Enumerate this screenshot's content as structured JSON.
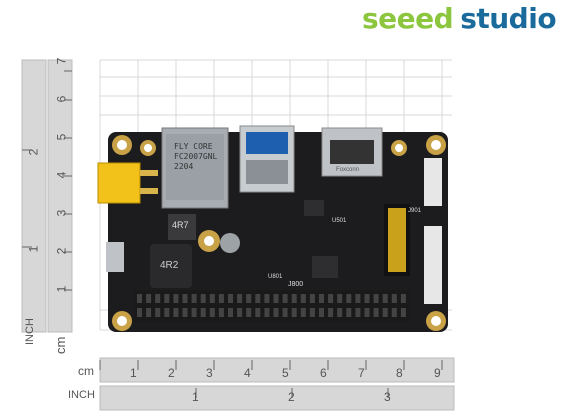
{
  "logo": {
    "part1": "seeed",
    "part2": "studio"
  },
  "board": {
    "rj45_text": [
      "FLY CORE",
      "FC2007GNL",
      "2204"
    ],
    "inductor_top": "4R7",
    "inductor_big": "4R2",
    "connector_label": "J800",
    "small_labels": [
      "J901",
      "U501",
      "U801"
    ],
    "hdmi_text": "Foxconn"
  },
  "rulers": {
    "vertical_inch_unit": "INCH",
    "vertical_cm_unit": "cm",
    "vertical_cm_ticks": [
      "1",
      "2",
      "3",
      "4",
      "5",
      "6",
      "7"
    ],
    "vertical_inch_ticks": [
      "1",
      "2"
    ],
    "horizontal_cm_unit": "cm",
    "horizontal_inch_unit": "INCH",
    "horizontal_cm_ticks": [
      "1",
      "2",
      "3",
      "4",
      "5",
      "6",
      "7",
      "8",
      "9"
    ],
    "horizontal_inch_ticks": [
      "1",
      "2",
      "3"
    ]
  },
  "colors": {
    "logo_green": "#8cc63f",
    "logo_blue": "#1a6b9c",
    "pcb": "#1c1c1e"
  }
}
